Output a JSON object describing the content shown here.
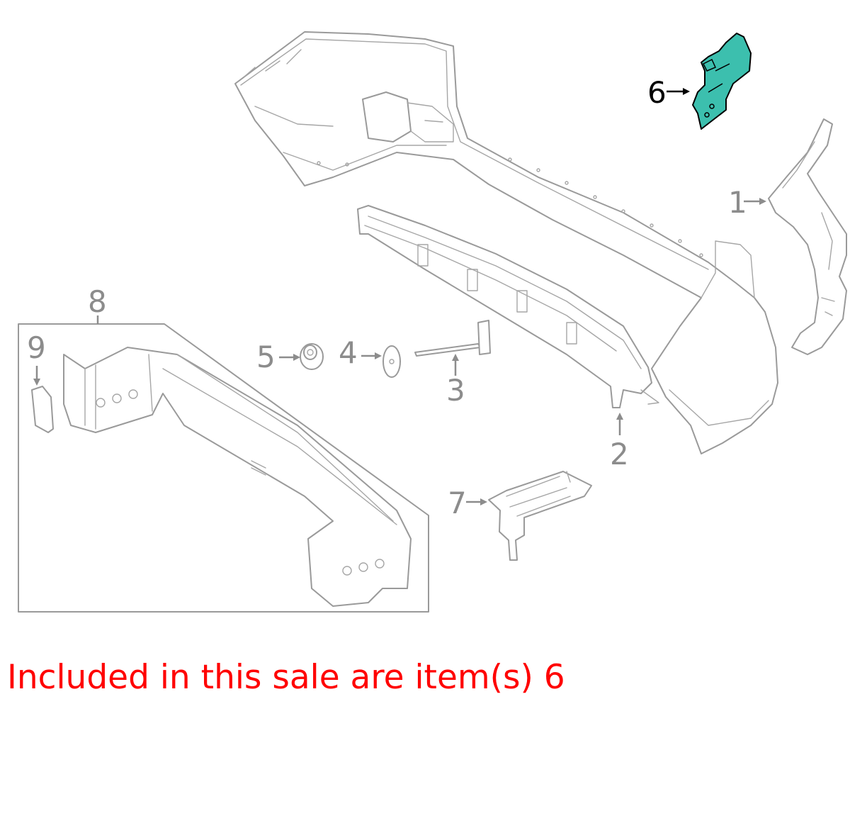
{
  "diagram": {
    "highlight_color": "#3cbfae",
    "caption_color": "#ff0000",
    "callout_color": "#8c8c8c",
    "callouts": [
      {
        "id": "1",
        "label": "1"
      },
      {
        "id": "2",
        "label": "2"
      },
      {
        "id": "3",
        "label": "3"
      },
      {
        "id": "4",
        "label": "4"
      },
      {
        "id": "5",
        "label": "5"
      },
      {
        "id": "6",
        "label": "6",
        "highlighted": true
      },
      {
        "id": "7",
        "label": "7"
      },
      {
        "id": "8",
        "label": "8"
      },
      {
        "id": "9",
        "label": "9"
      }
    ]
  },
  "caption": {
    "text": "Included in this sale are item(s) 6"
  }
}
